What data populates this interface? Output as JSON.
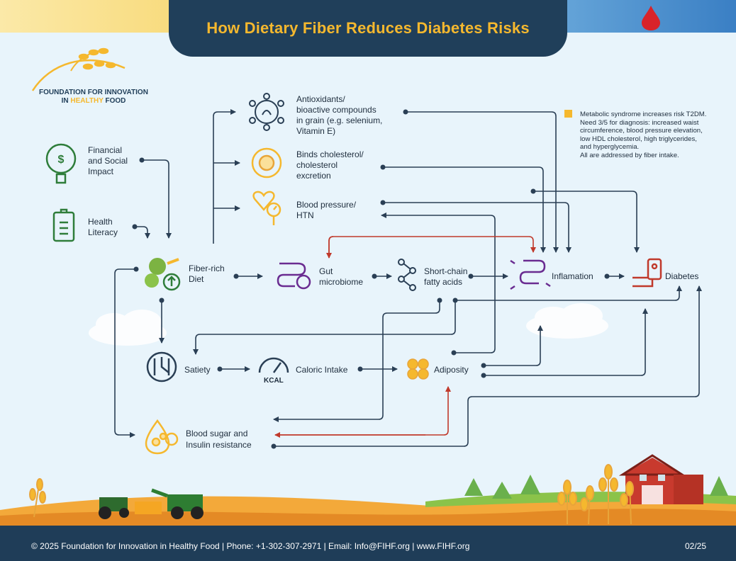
{
  "header": {
    "title": "How Dietary Fiber Reduces Diabetes Risks"
  },
  "logo": {
    "line1": "FOUNDATION FOR INNOVATION",
    "line2_pre": "IN ",
    "line2_highlight": "HEALTHY",
    "line2_post": " FOOD"
  },
  "nodes": {
    "financial": "Financial\nand Social\nImpact",
    "health_literacy": "Health\nLiteracy",
    "fiber_diet": "Fiber-rich\nDiet",
    "antioxidants": "Antioxidants/\nbioactive compounds\nin grain (e.g. selenium,\nVitamin E)",
    "cholesterol": "Binds cholesterol/\ncholesterol\nexcretion",
    "blood_pressure": "Blood pressure/\nHTN",
    "gut": "Gut\nmicrobiome",
    "scfa": "Short-chain\nfatty acids",
    "inflammation": "Inflamation",
    "diabetes": "Diabetes",
    "satiety": "Satiety",
    "caloric": "Caloric Intake",
    "adiposity": "Adiposity",
    "blood_sugar": "Blood sugar and\nInsulin resistance",
    "kcal_icon_label": "KCAL"
  },
  "note": "Metabolic syndrome increases risk T2DM.\nNeed 3/5 for diagnosis: increased waist\ncircumference, blood pressure elevation,\nlow HDL cholesterol, high triglycerides,\nand hyperglycemia.\nAll are addressed by fiber intake.",
  "colors": {
    "navy": "#203f5a",
    "gold": "#f5b82e",
    "green": "#2e7d3a",
    "purple": "#6a2c91",
    "red": "#c0392b",
    "arrow": "#2a3f55",
    "arrow_red": "#c0392b"
  },
  "footer": {
    "text": "© 2025 Foundation for Innovation in Healthy Food  |  Phone: +1-302-307-2971 | Email: Info@FIHF.org  |  www.FIHF.org",
    "page": "02/25"
  }
}
